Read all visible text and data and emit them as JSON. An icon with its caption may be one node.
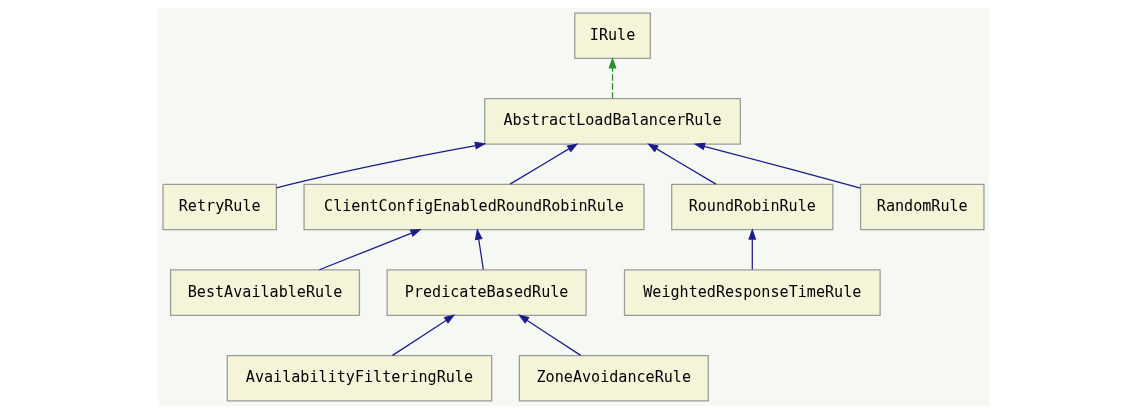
{
  "diagram": {
    "nodes": [
      {
        "text": [
          "IRule"
        ]
      },
      {
        "text": [
          "AbstractLoadBalancerRule"
        ]
      },
      {
        "text": [
          "RetryRule"
        ]
      },
      {
        "text": [
          "ClientConfigEnabledRoundRobinRule"
        ]
      },
      {
        "text": [
          "RoundRobinRule"
        ]
      },
      {
        "text": [
          "RandomRule"
        ]
      },
      {
        "text": [
          "BestAvailableRule"
        ]
      },
      {
        "text": [
          "PredicateBasedRule"
        ]
      },
      {
        "text": [
          "WeightedResponseTimeRule"
        ]
      },
      {
        "text": [
          "AvailabilityFilteringRule"
        ]
      },
      {
        "text": [
          "ZoneAvoidanceRule"
        ]
      }
    ],
    "edges": [
      {
        "from": 1,
        "to": 0,
        "arrow": "to",
        "style": "dashed",
        "color": "#2e8b2e"
      },
      {
        "from": 2,
        "to": 1,
        "arrow": "to"
      },
      {
        "from": 3,
        "to": 1,
        "arrow": "to"
      },
      {
        "from": 4,
        "to": 1,
        "arrow": "to"
      },
      {
        "from": 5,
        "to": 1,
        "arrow": "to"
      },
      {
        "from": 6,
        "to": 3,
        "arrow": "to"
      },
      {
        "from": 7,
        "to": 3,
        "arrow": "to"
      },
      {
        "from": 8,
        "to": 4,
        "arrow": "to"
      },
      {
        "from": 9,
        "to": 7,
        "arrow": "to"
      },
      {
        "from": 10,
        "to": 7,
        "arrow": "to"
      }
    ]
  }
}
